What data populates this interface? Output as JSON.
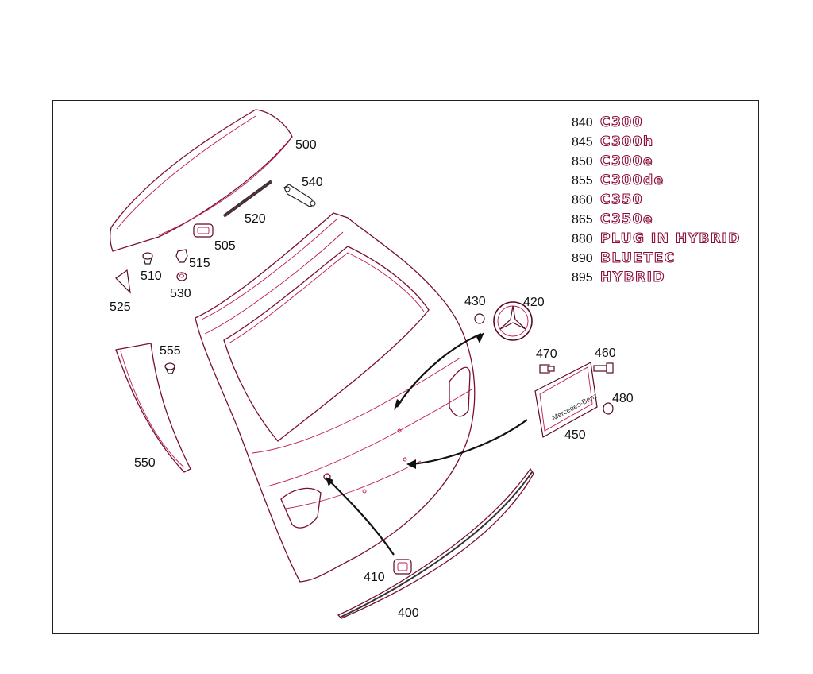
{
  "callouts": {
    "c400": "400",
    "c410": "410",
    "c420": "420",
    "c430": "430",
    "c450": "450",
    "c460": "460",
    "c470": "470",
    "c480": "480",
    "c500": "500",
    "c505": "505",
    "c510": "510",
    "c515": "515",
    "c520": "520",
    "c525": "525",
    "c530": "530",
    "c540": "540",
    "c550": "550",
    "c555": "555"
  },
  "plate_text": "Mercedes-Benz",
  "badge_list": [
    {
      "code": "840",
      "badge": "C300"
    },
    {
      "code": "845",
      "badge": "C300h"
    },
    {
      "code": "850",
      "badge": "C300e"
    },
    {
      "code": "855",
      "badge": "C300de"
    },
    {
      "code": "860",
      "badge": "C350"
    },
    {
      "code": "865",
      "badge": "C350e"
    },
    {
      "code": "880",
      "badge": "PLUG IN HYBRID"
    },
    {
      "code": "890",
      "badge": "BLUETEC"
    },
    {
      "code": "895",
      "badge": "HYBRID"
    }
  ]
}
